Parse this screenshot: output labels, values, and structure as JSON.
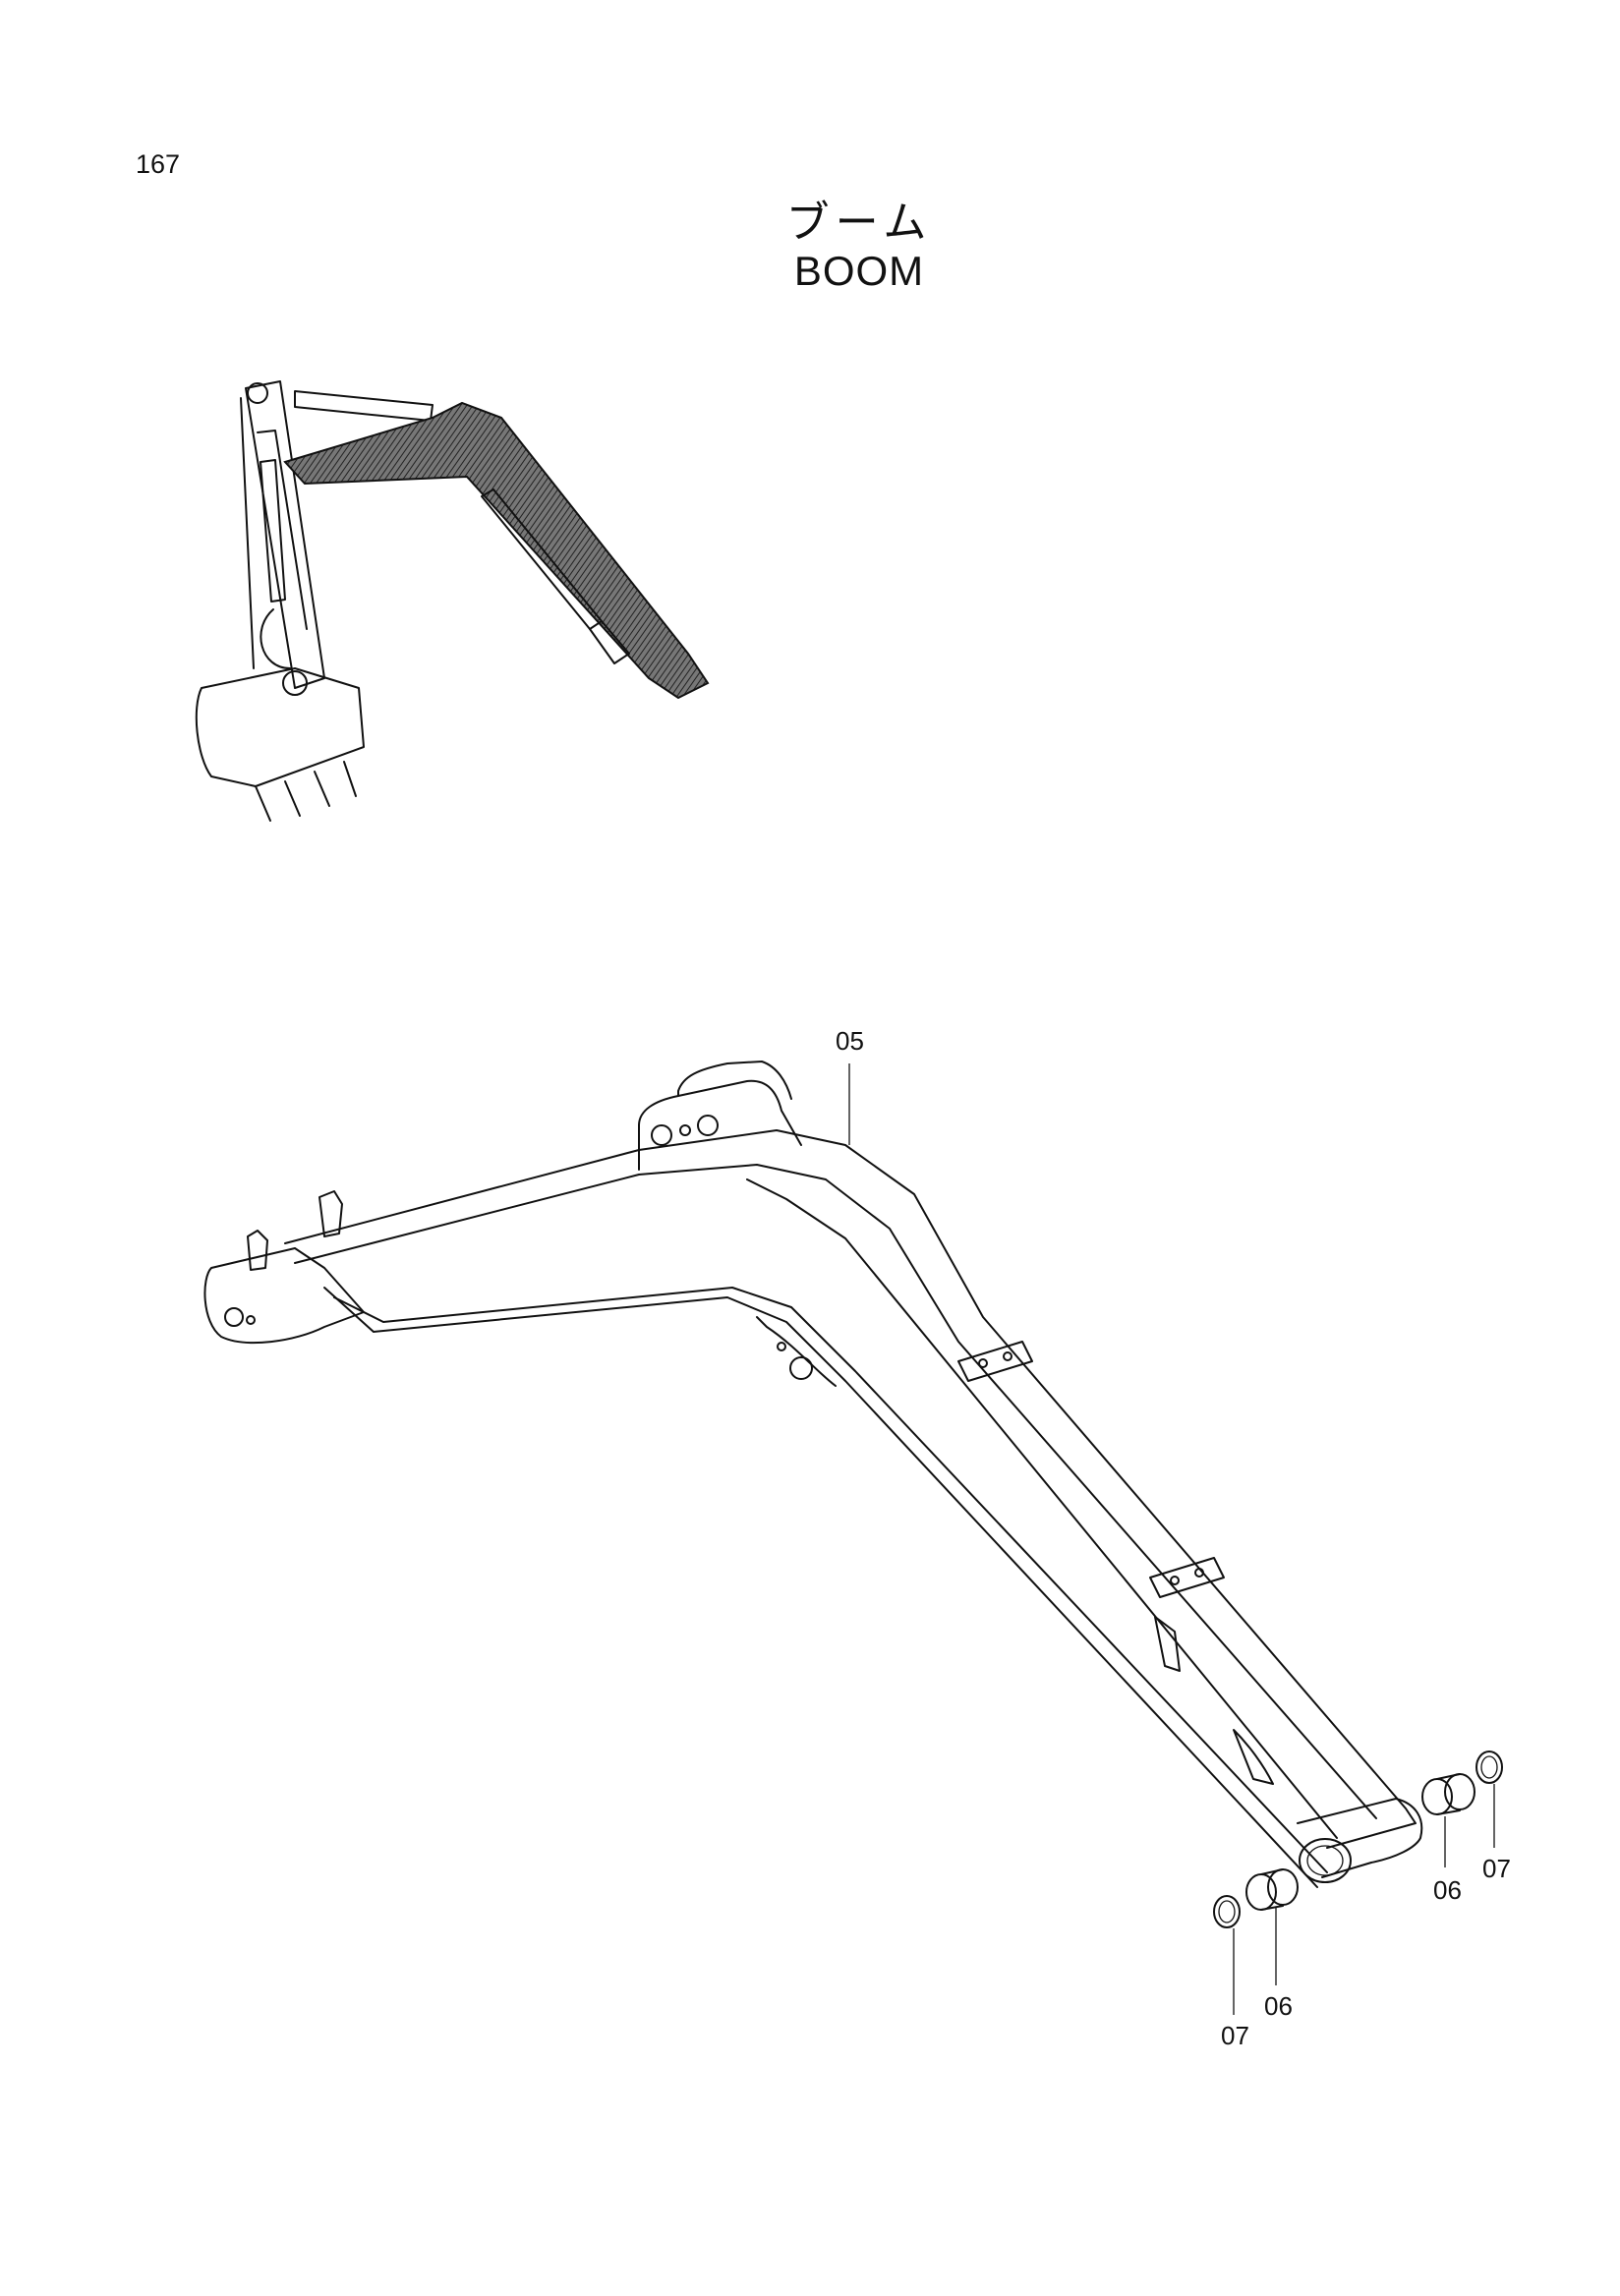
{
  "page": {
    "number": "167",
    "title_jp": "ブーム",
    "title_en": "BOOM"
  },
  "callouts": {
    "boom": "05",
    "bushing_right": "06",
    "seal_right": "07",
    "bushing_left": "06",
    "seal_left": "07"
  },
  "colors": {
    "ink": "#111111",
    "paper": "#ffffff"
  }
}
